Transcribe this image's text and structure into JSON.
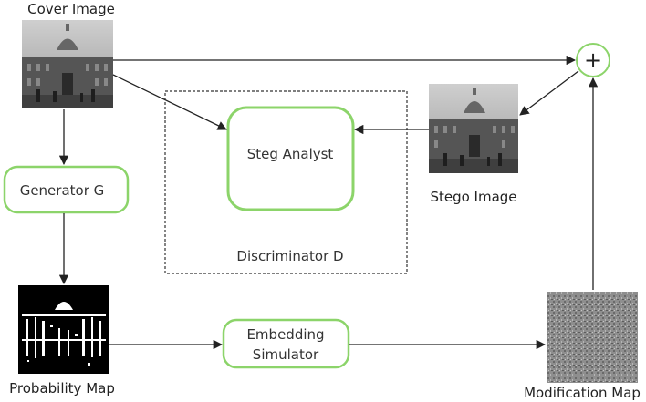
{
  "labels": {
    "cover_image": "Cover Image",
    "stego_image": "Stego Image",
    "probability_map": "Probability Map",
    "modification_map": "Modification Map",
    "discriminator": "Discriminator D"
  },
  "nodes": {
    "generator": "Generator G",
    "steg_analyst": "Steg Analyst",
    "embedding_line1": "Embedding",
    "embedding_line2": "Simulator",
    "adder_symbol": "+"
  },
  "colors": {
    "box_border": "#8cd46a",
    "arrow": "#222222",
    "dashed": "#333333"
  },
  "icons": {
    "cover_image": "building-photo-icon",
    "stego_image": "building-photo-icon",
    "probability_map": "probability-map-icon",
    "modification_map": "noise-map-icon",
    "adder": "plus-circle-icon"
  }
}
